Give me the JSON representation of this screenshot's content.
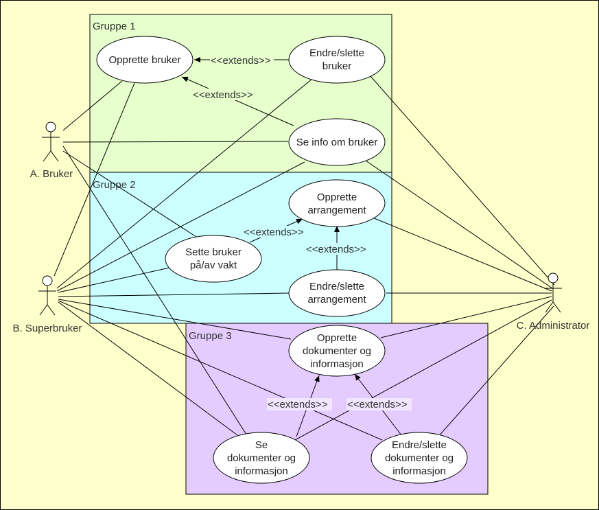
{
  "colors": {
    "background": "#ffffcc",
    "group1": "#e6ffcc",
    "group2": "#ccffff",
    "group3": "#e5ccff",
    "line": "#000000",
    "ellipse_fill": "#ffffff"
  },
  "groups": [
    {
      "id": "g1",
      "label": "Gruppe 1"
    },
    {
      "id": "g2",
      "label": "Gruppe 2"
    },
    {
      "id": "g3",
      "label": "Gruppe 3"
    }
  ],
  "actors": [
    {
      "id": "bruker",
      "label": "A. Bruker"
    },
    {
      "id": "superbruker",
      "label": "B. Superbruker"
    },
    {
      "id": "admin",
      "label": "C. Administrator"
    }
  ],
  "use_cases": [
    {
      "id": "opprette_bruker",
      "lines": [
        "Opprette bruker"
      ]
    },
    {
      "id": "endre_bruker",
      "lines": [
        "Endre/slette",
        "bruker"
      ]
    },
    {
      "id": "se_info",
      "lines": [
        "Se info om bruker"
      ]
    },
    {
      "id": "opprette_arr",
      "lines": [
        "Opprette",
        "arrangement"
      ]
    },
    {
      "id": "sette_vakt",
      "lines": [
        "Sette bruker",
        "på/av vakt"
      ]
    },
    {
      "id": "endre_arr",
      "lines": [
        "Endre/slette",
        "arrangement"
      ]
    },
    {
      "id": "opprette_dok",
      "lines": [
        "Opprette",
        "dokumenter og",
        "informasjon"
      ]
    },
    {
      "id": "se_dok",
      "lines": [
        "Se",
        "dokumenter og",
        "informasjon"
      ]
    },
    {
      "id": "endre_dok",
      "lines": [
        "Endre/slette",
        "dokumenter og",
        "informasjon"
      ]
    }
  ],
  "relations": [
    {
      "id": "ext1",
      "label": "<<extends>>"
    },
    {
      "id": "ext2",
      "label": "<<extends>>"
    },
    {
      "id": "ext3",
      "label": "<<extends>>"
    },
    {
      "id": "ext4",
      "label": "<<extends>>"
    },
    {
      "id": "ext5",
      "label": "<<extends>>"
    },
    {
      "id": "ext6",
      "label": "<<extends>>"
    }
  ]
}
